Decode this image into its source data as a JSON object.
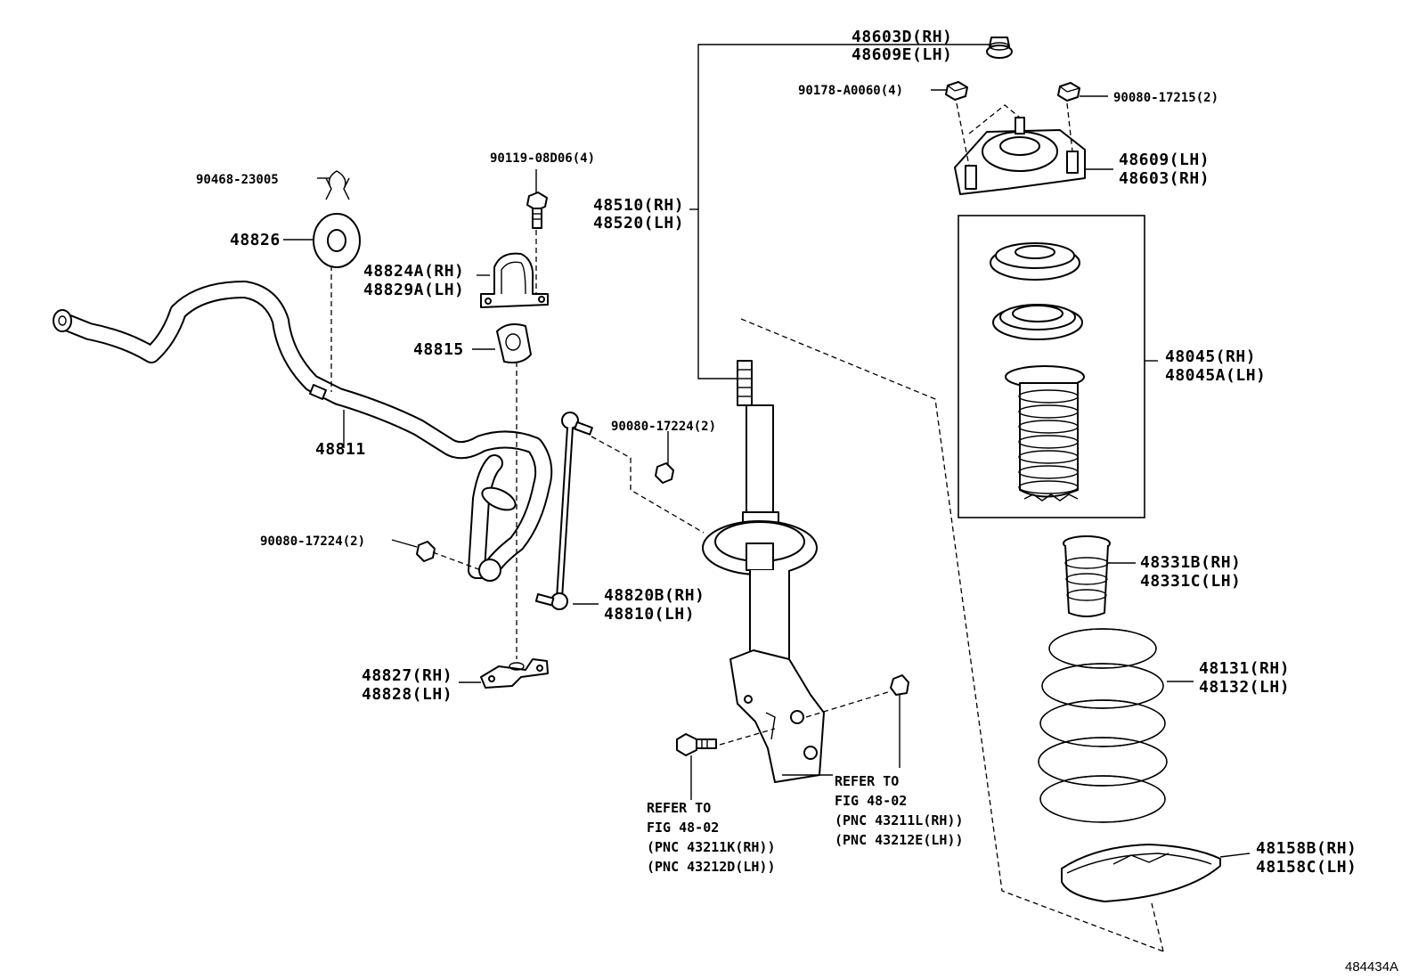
{
  "labels": {
    "p48603D_RH": "48603D(RH)",
    "p48609E_LH": "48609E(LH)",
    "p90178": "90178-A0060(4)",
    "p90080_17215": "90080-17215(2)",
    "p48609_LH": "48609(LH)",
    "p48603_RH": "48603(RH)",
    "p48510_RH": "48510(RH)",
    "p48520_LH": "48520(LH)",
    "p90119": "90119-08D06(4)",
    "p90468": "90468-23005",
    "p48826": "48826",
    "p48824A_RH": "48824A(RH)",
    "p48829A_LH": "48829A(LH)",
    "p48815": "48815",
    "p48811": "48811",
    "p90080_17224_upper": "90080-17224(2)",
    "p90080_17224_lower": "90080-17224(2)",
    "p48045_RH": "48045(RH)",
    "p48045A_LH": "48045A(LH)",
    "p48331B_RH": "48331B(RH)",
    "p48331C_LH": "48331C(LH)",
    "p48820B_RH": "48820B(RH)",
    "p48810_LH": "48810(LH)",
    "p48827_RH": "48827(RH)",
    "p48828_LH": "48828(LH)",
    "p48131_RH": "48131(RH)",
    "p48132_LH": "48132(LH)",
    "p48158B_RH": "48158B(RH)",
    "p48158C_LH": "48158C(LH)"
  },
  "refs": {
    "left": {
      "line1": "REFER TO",
      "line2": "FIG 48-02",
      "line3": "(PNC 43211K(RH))",
      "line4": "(PNC 43212D(LH))"
    },
    "right": {
      "line1": "REFER TO",
      "line2": "FIG 48-02",
      "line3": "(PNC 43211L(RH))",
      "line4": "(PNC 43212E(LH))"
    }
  },
  "figure_id": "484434A"
}
